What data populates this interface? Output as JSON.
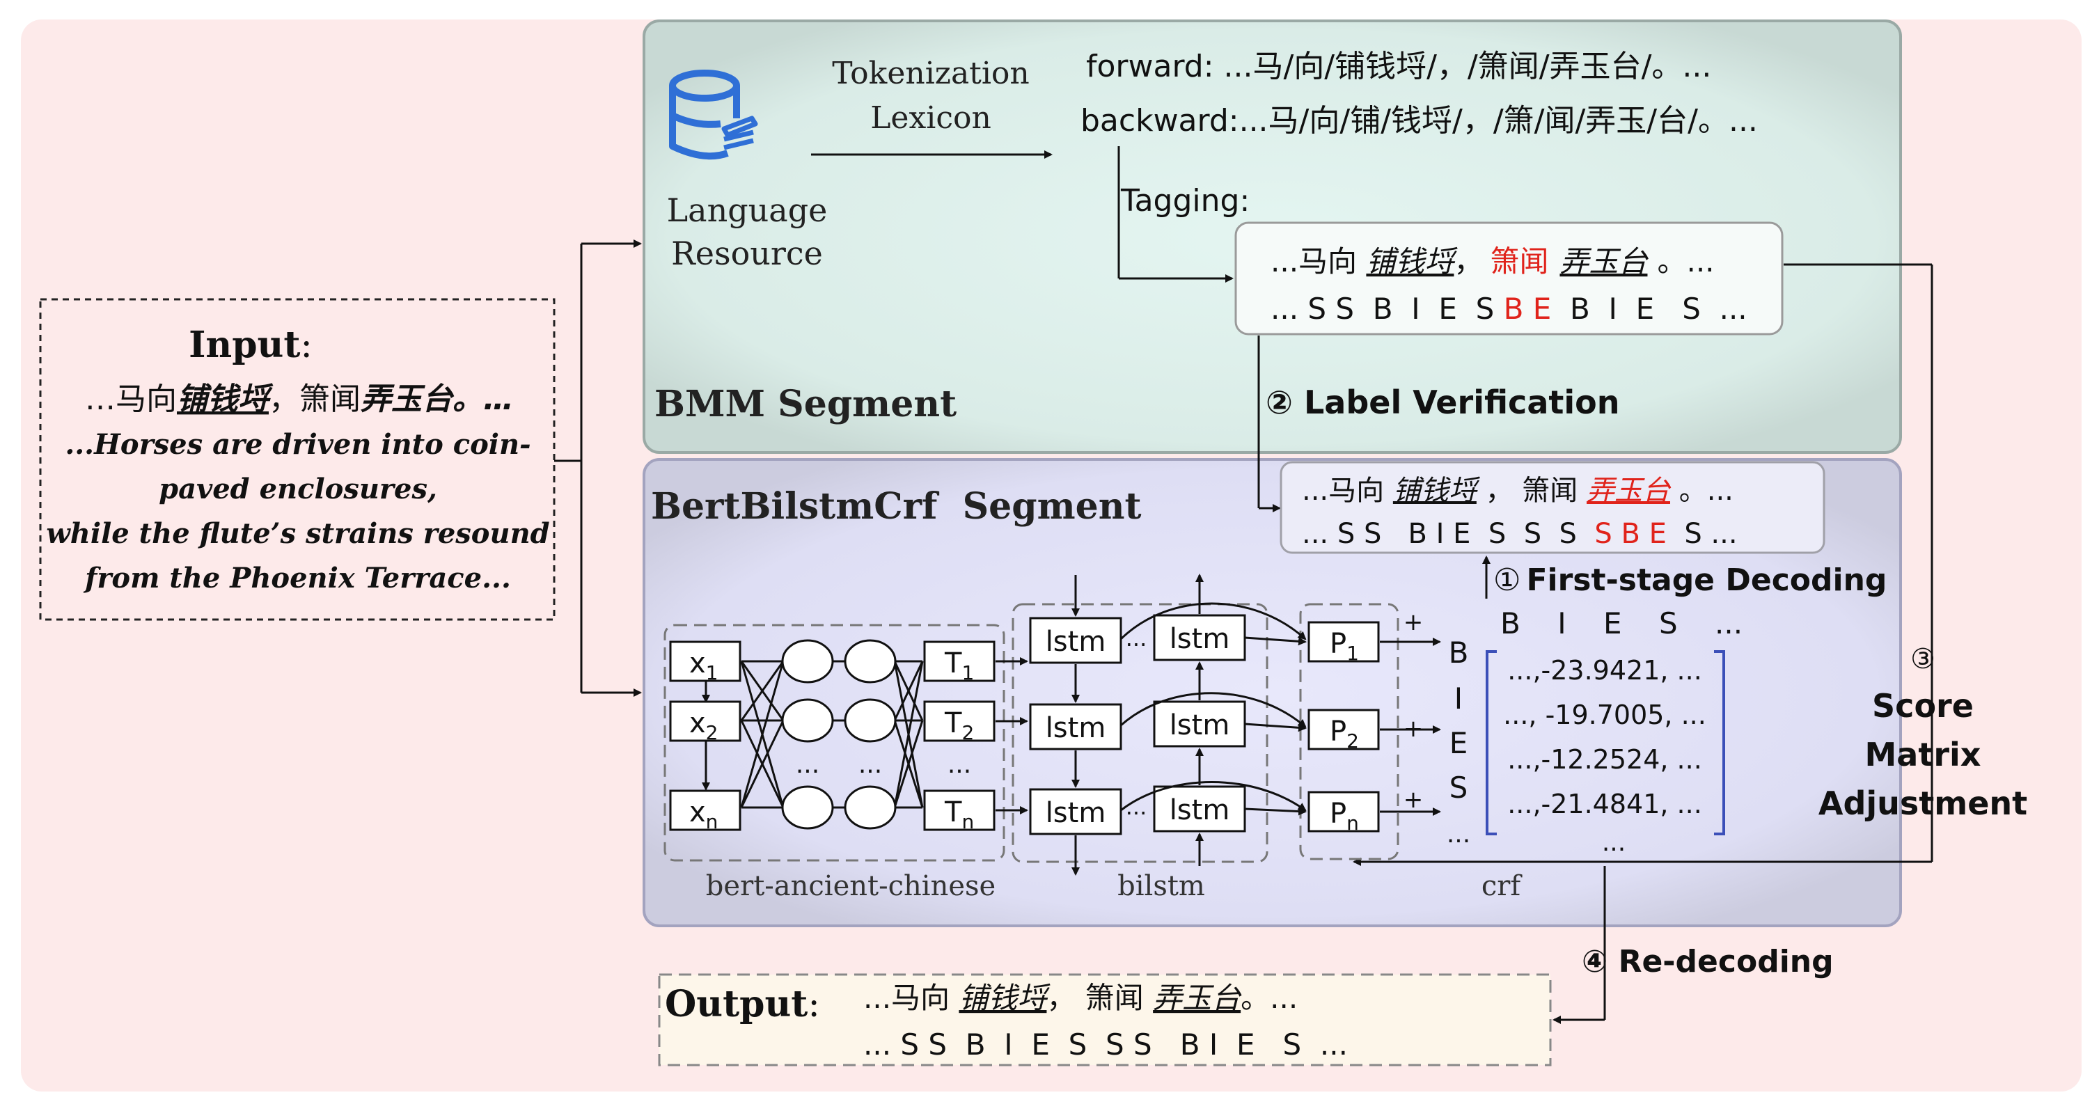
{
  "input": {
    "heading": "Input",
    "colon": ":",
    "chinese_prefix": "…马向",
    "chinese_place1": "铺钱埒",
    "chinese_mid": "，箫闻",
    "chinese_place2": "弄玉台。…",
    "english_lines": [
      "...Horses are driven into coin-",
      "paved enclosures,",
      "while the flute’s strains resound",
      "from the Phoenix Terrace..."
    ]
  },
  "bmm": {
    "title": "BMM Segment",
    "resource_label_line1": "Language",
    "resource_label_line2": "Resource",
    "tokenization_line1": "Tokenization",
    "tokenization_line2": "Lexicon",
    "forward": "forward: ...马/向/铺钱埒/，/箫闻/弄玉台/。...",
    "backward": "backward:...马/向/铺/钱埒/，/箫/闻/弄玉/台/。...",
    "tagging_label": "Tagging:",
    "tag_text": {
      "prefix": "...马向 ",
      "place1": "铺钱埒",
      "sep": "，",
      "red_word": "箫闻",
      "place2": "弄玉台",
      "suffix": "。..."
    },
    "tag_labels": {
      "prefix": "... S S  B  I  E  S ",
      "red": "B E",
      "suffix": "  B  I  E   S  ..."
    }
  },
  "steps": {
    "label_verification": "② Label Verification",
    "first_stage": "First-stage Decoding",
    "first_stage_num": "①",
    "score_num": "③",
    "score_line1": "Score",
    "score_line2": "Matrix",
    "score_line3": "Adjustment",
    "redecoding": "④ Re-decoding"
  },
  "bert": {
    "title": "BertBilstmCrf  Segment",
    "verified_text": {
      "prefix": "...马向 ",
      "place1": "铺钱埒",
      "sep": " ， 箫闻 ",
      "red_place": "弄玉台",
      "suffix": " 。..."
    },
    "verified_labels": {
      "prefix": "... S S   B I E  S  S  S  ",
      "red": "S B E",
      "suffix": "  S ..."
    },
    "inputs": [
      "x",
      "x",
      "x"
    ],
    "input_subs": [
      "1",
      "2",
      "n"
    ],
    "outputs": [
      "T",
      "T",
      "T"
    ],
    "output_subs": [
      "1",
      "2",
      "n"
    ],
    "lstm": "lstm",
    "p_labels": [
      "P",
      "P",
      "P"
    ],
    "p_subs": [
      "1",
      "2",
      "n"
    ],
    "plus": "+",
    "ellipsis": "...",
    "tag_rows": [
      "B",
      "I",
      "E",
      "S",
      "..."
    ],
    "tag_header": "B    I    E    S    ...",
    "scores": [
      "...,-23.9421, ...",
      "..., -19.7005, ...",
      "...,-12.2524, ...",
      "...,-21.4841, ...",
      "..."
    ],
    "module_labels": [
      "bert-ancient-chinese",
      "bilstm",
      "crf"
    ]
  },
  "output": {
    "heading": "Output",
    "colon": ":",
    "text": {
      "prefix": "...马向 ",
      "place1": "铺钱埒",
      "sep": "， 箫闻 ",
      "place2": "弄玉台",
      "suffix": "。..."
    },
    "labels": "... S S  B  I  E  S  S S   B I  E   S  ..."
  },
  "colors": {
    "outer_bg": "#fdeaea",
    "bmm_bg": "#d7e9e4",
    "bert_bg": "#dfdff3",
    "output_bg": "#fdf6ea",
    "highlight_red": "#e0231b",
    "db_blue": "#2f6fd6",
    "matrix_blue": "#3b4fb8"
  }
}
